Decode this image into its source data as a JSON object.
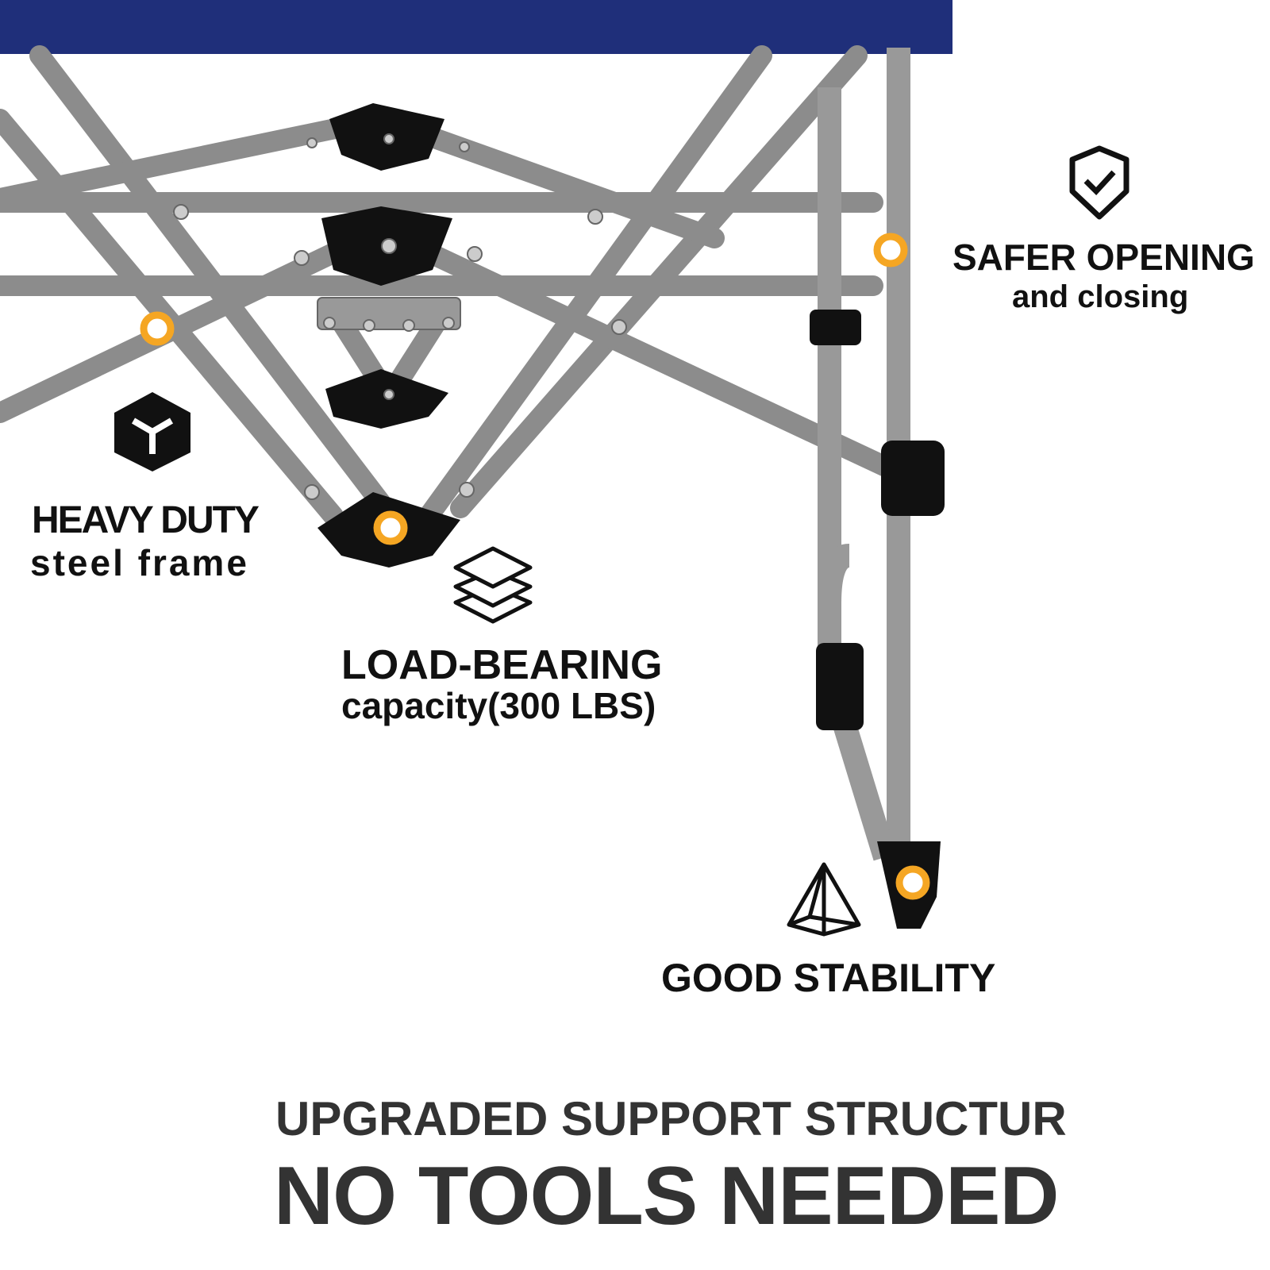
{
  "features": [
    {
      "icon": "shield-check-icon",
      "title": "SAFER OPENING",
      "subtitle": "and closing"
    },
    {
      "icon": "cube-icon",
      "title": "HEAVY DUTY",
      "subtitle": "steel frame"
    },
    {
      "icon": "layers-icon",
      "title": "LOAD-BEARING",
      "subtitle": "capacity(300 LBS)"
    },
    {
      "icon": "pyramid-icon",
      "title": "GOOD STABILITY"
    }
  ],
  "footer": {
    "line1": "UPGRADED SUPPORT STRUCTUR",
    "line2": "NO TOOLS NEEDED"
  },
  "colors": {
    "fabric": "#1f2f7a",
    "tube": "#8c8c8c",
    "joint": "#111111",
    "marker": "#f5a623",
    "text": "#111111",
    "footer_text": "#333333"
  }
}
